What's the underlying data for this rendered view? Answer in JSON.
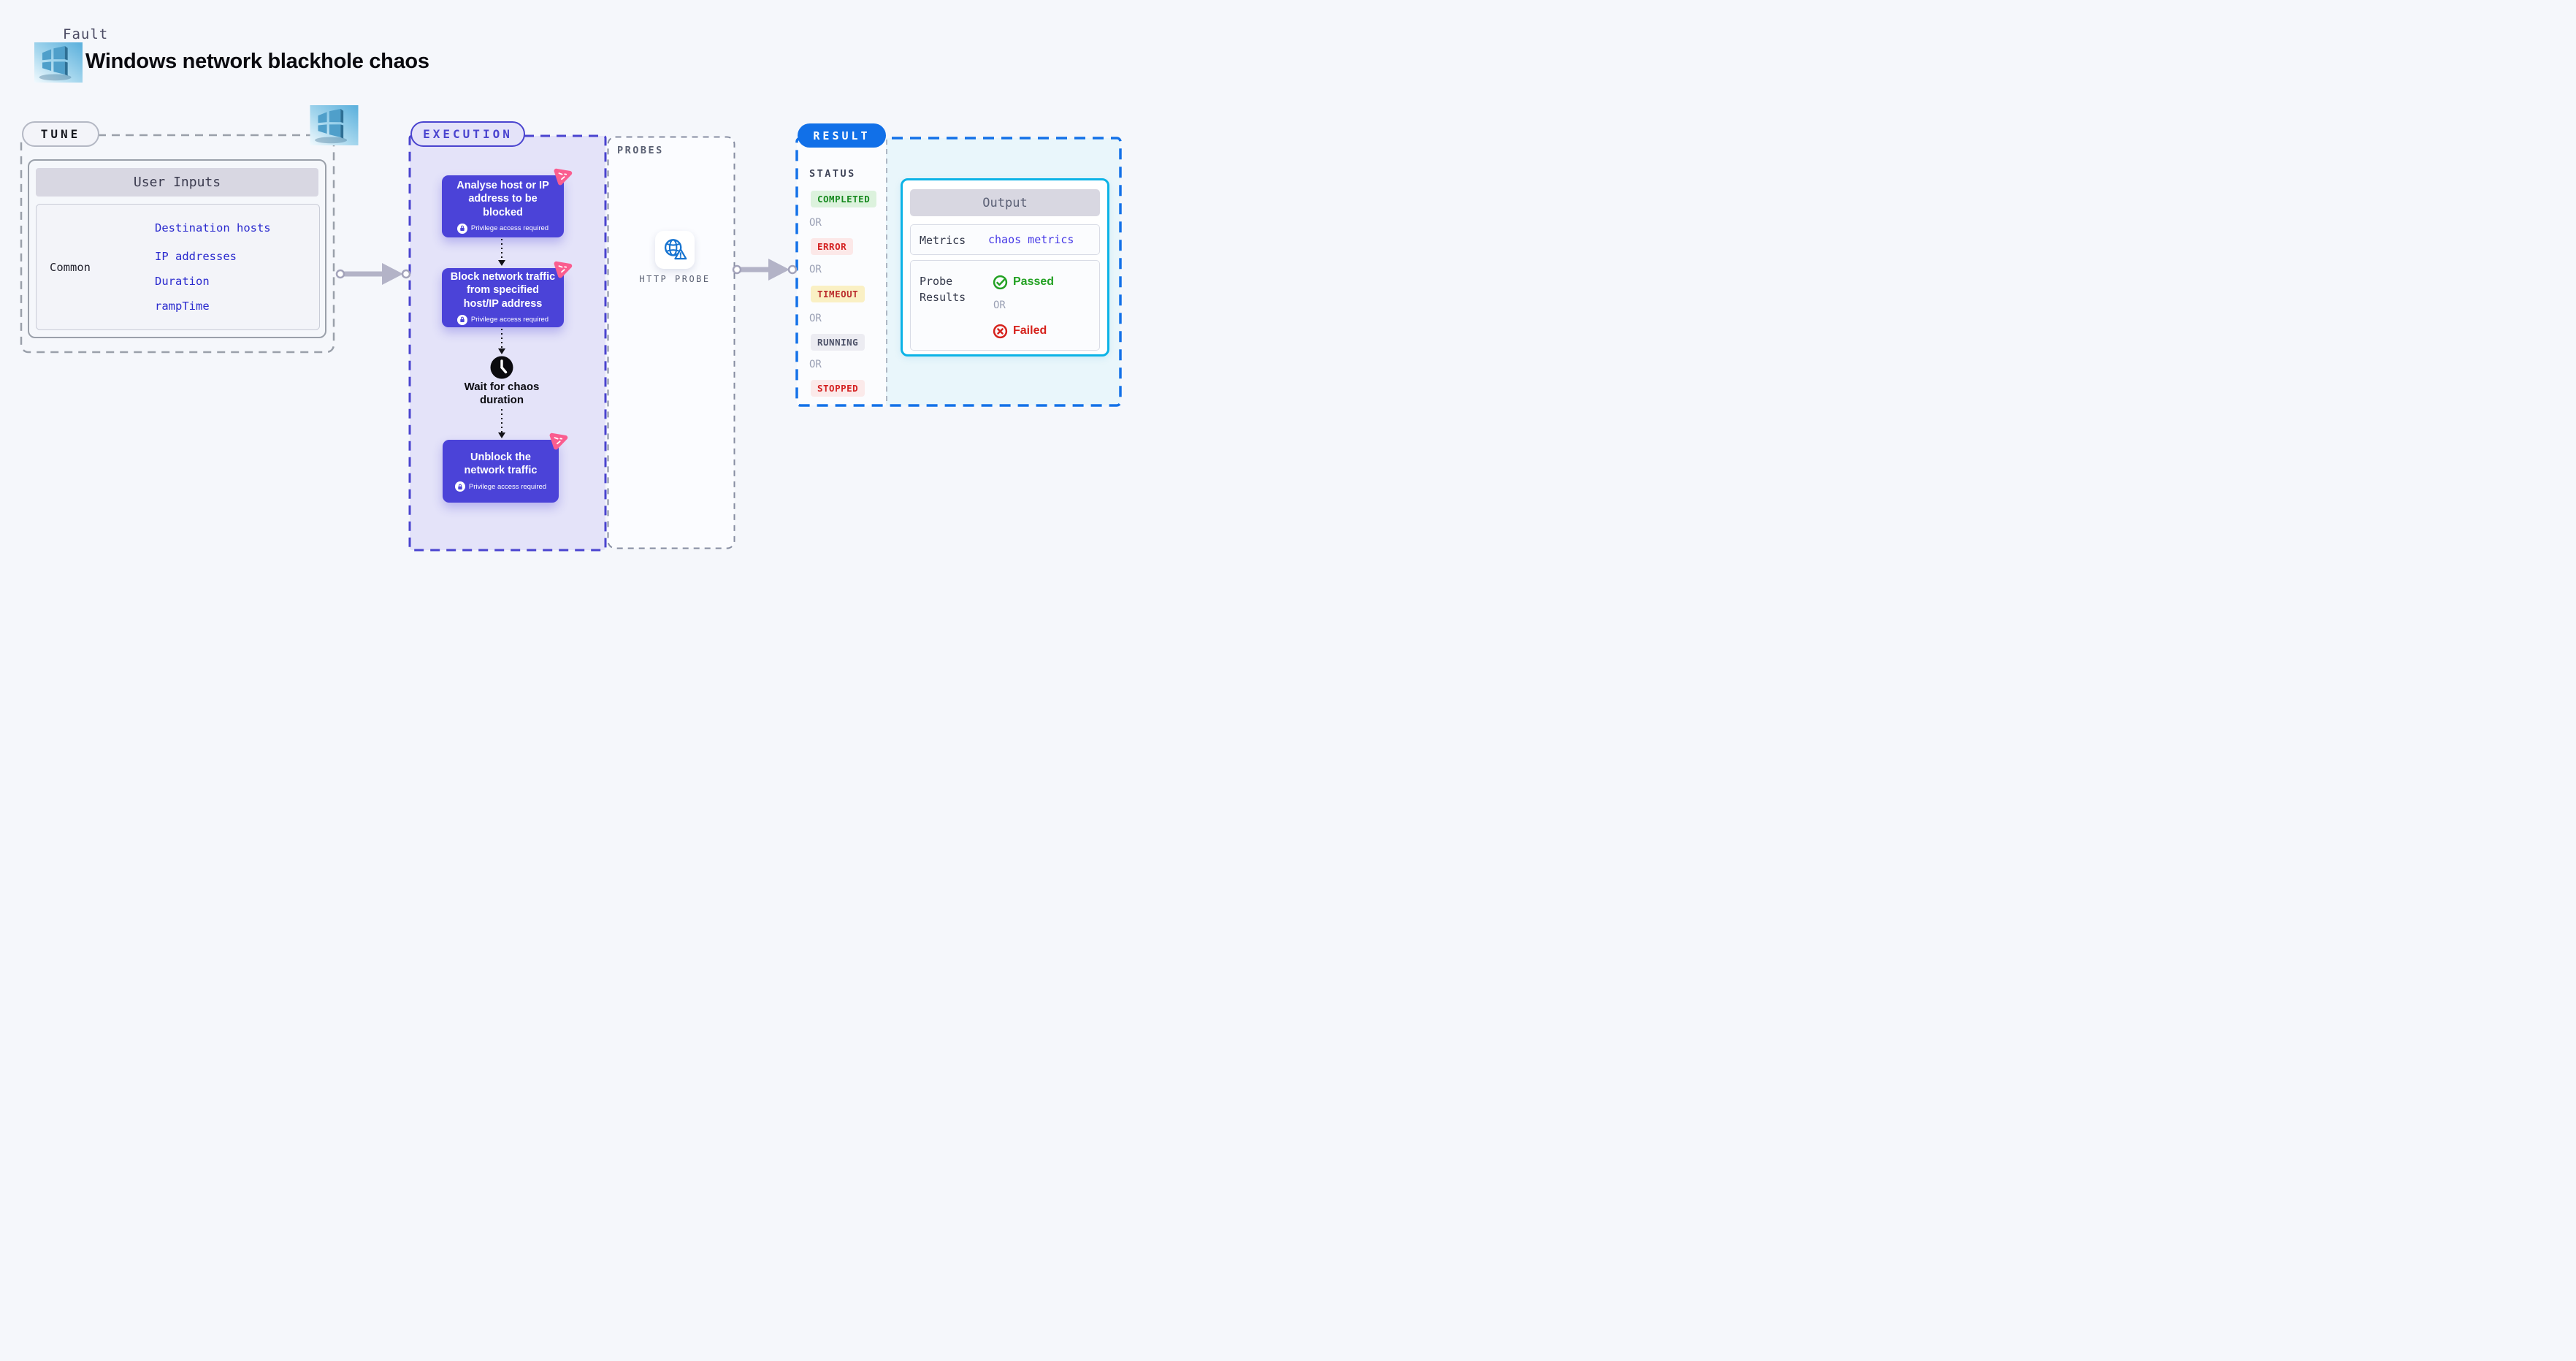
{
  "header": {
    "kicker": "Fault",
    "title": "Windows network blackhole chaos"
  },
  "tune": {
    "badge": "TUNE",
    "table": {
      "header": "User Inputs",
      "row_label": "Common",
      "fields": [
        "Destination hosts",
        "IP addresses",
        "Duration",
        "rampTime"
      ]
    }
  },
  "execution": {
    "badge": "EXECUTION",
    "steps": [
      {
        "title": "Analyse host or IP address to be blocked",
        "privilege": "Privilege access required"
      },
      {
        "title": "Block network traffic from specified host/IP address",
        "privilege": "Privilege access required"
      },
      {
        "title": "Wait for chaos duration"
      },
      {
        "title": "Unblock the network traffic",
        "privilege": "Privilege access required"
      }
    ]
  },
  "probes": {
    "label": "PROBES",
    "probe_name": "HTTP PROBE"
  },
  "result": {
    "badge": "RESULT",
    "status_label": "STATUS",
    "or_label": "OR",
    "statuses": [
      "COMPLETED",
      "ERROR",
      "TIMEOUT",
      "RUNNING",
      "STOPPED"
    ],
    "output": {
      "header": "Output",
      "metrics_label": "Metrics",
      "metrics_link": "chaos metrics",
      "probe_results_label": "Probe Results",
      "passed": "Passed",
      "failed": "Failed"
    }
  },
  "colors": {
    "page_bg": "#f5f7fb",
    "execution_fill": "#e4e3f9",
    "execution_border": "#4a44cf",
    "step_card": "#4b43d8",
    "pink_icon": "#fa5d8f",
    "probes_border": "#868da1",
    "result_border": "#1371e8",
    "result_badge": "#1170e8",
    "result_fill": "#e9f6fb",
    "output_border": "#0cb3e6",
    "link_blue": "#2a2ace",
    "passed_green": "#23a123",
    "failed_red": "#d6221c",
    "arrow_gray": "#b3b3c7"
  }
}
